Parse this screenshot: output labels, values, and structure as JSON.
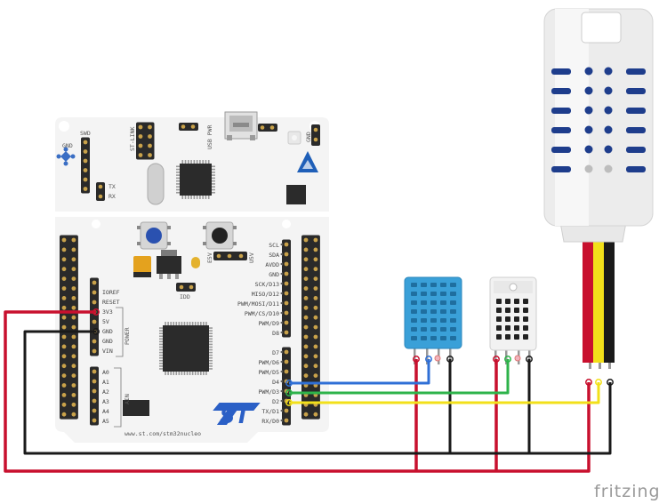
{
  "board": {
    "top_left_labels": [
      "GND",
      "SWD"
    ],
    "stlink_label": "ST-LINK",
    "usbpwr_label": "USB PWR",
    "gnd_top_right": "GND",
    "tx_label": "TX",
    "rx_label": "RX",
    "e5v_label": "E5V",
    "u5v_label": "U5V",
    "idd_label": "IDD",
    "power_header_labels": [
      "IOREF",
      "RESET",
      "3V3",
      "5V",
      "GND",
      "GND",
      "VIN"
    ],
    "power_group_label": "POWER",
    "ain_header_labels": [
      "A0",
      "A1",
      "A2",
      "A3",
      "A4",
      "A5"
    ],
    "ain_group_label": "AIN",
    "digital_header_labels": [
      "SCL",
      "SDA",
      "AVDD",
      "GND",
      "SCK/D13",
      "MISO/D12",
      "PWM/MOSI/D11",
      "PWM/CS/D10",
      "PWM/D9",
      "D8"
    ],
    "digital_header_labels_2": [
      "D7",
      "PWM/D6",
      "PWM/D5",
      "D4",
      "PWM/D3",
      "D2",
      "TX/D1",
      "RX/D0"
    ],
    "url_text": "www.st.com/stm32nucleo"
  },
  "watermark": "fritzing",
  "colors": {
    "wire_red": "#c8102e",
    "wire_black": "#1a1a1a",
    "wire_green": "#2db34a",
    "wire_yellow": "#f2e01a",
    "wire_blue": "#2f6fd6",
    "dht11_body": "#3aa0d8",
    "board_bg": "#f4f4f4"
  }
}
